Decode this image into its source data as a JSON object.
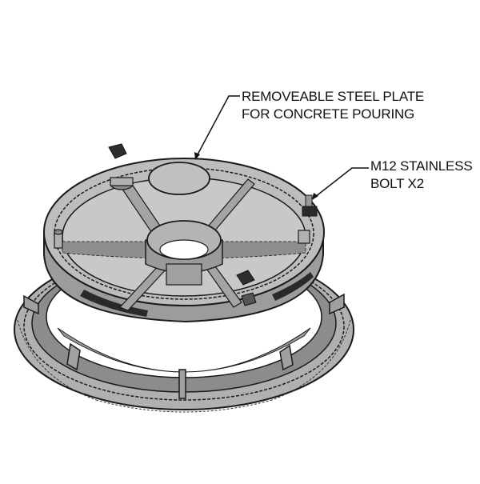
{
  "diagram": {
    "title": "Manhole cover with removable steel plate and frame (exploded isometric view)",
    "colors": {
      "background": "#ffffff",
      "outline": "#1a1a1a",
      "surface_light": "#c4c4c4",
      "surface_mid": "#a8a8a8",
      "surface_dark": "#808080",
      "text": "#111111"
    },
    "callouts": [
      {
        "id": "steel-plate",
        "lines": [
          "REMOVEABLE STEEL PLATE",
          "FOR CONCRETE POURING"
        ],
        "points_to": "circular plate on top of cover"
      },
      {
        "id": "bolt",
        "lines": [
          "M12 STAINLESS",
          "BOLT X2"
        ],
        "points_to": "bolt on right side of cover rim"
      }
    ],
    "components": [
      "cover-lid",
      "removable-steel-plate",
      "center-ring",
      "radial-ribs",
      "bolt-lugs",
      "loose-lug-pieces",
      "base-frame"
    ]
  }
}
